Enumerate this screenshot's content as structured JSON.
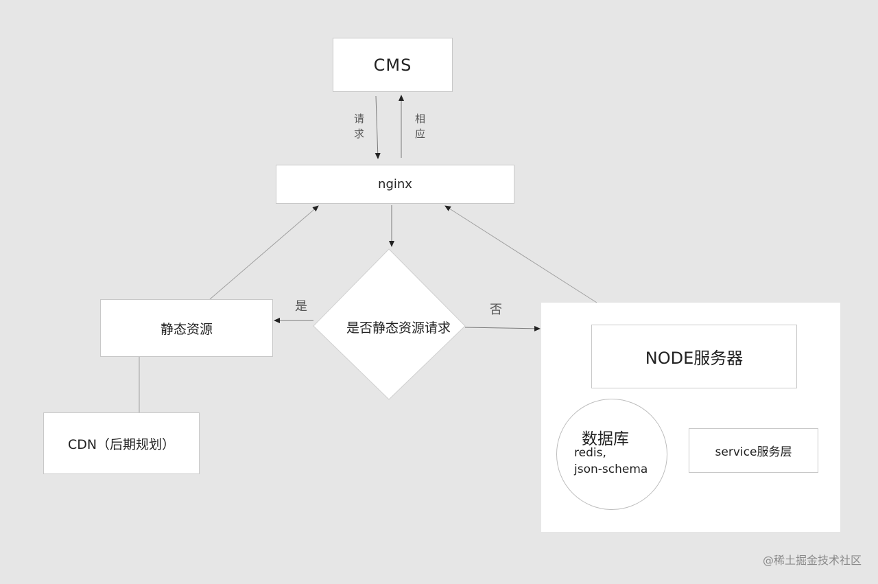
{
  "nodes": {
    "cms": "CMS",
    "nginx": "nginx",
    "decision": "是否静态资源请求",
    "static": "静态资源",
    "cdn": "CDN（后期规划）",
    "node_server": "NODE服务器",
    "database": "数据库",
    "database_sub1": "redis,",
    "database_sub2": "json-schema",
    "service": "service服务层"
  },
  "edges": {
    "request": "请求",
    "response": "相应",
    "yes": "是",
    "no": "否"
  },
  "watermark": "@稀土掘金技术社区"
}
